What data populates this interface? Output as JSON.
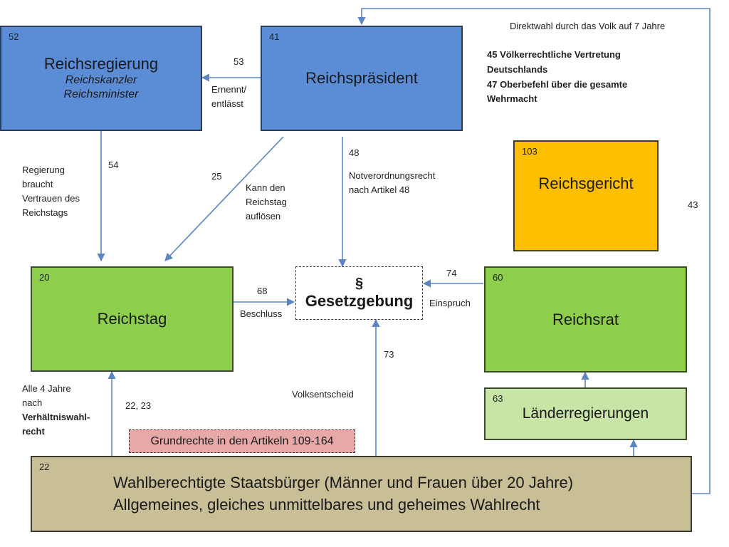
{
  "boxes": {
    "reichsregierung": {
      "num": "52",
      "title": "Reichsregierung",
      "sub1": "Reichskanzler",
      "sub2": "Reichsminister"
    },
    "reichspraesident": {
      "num": "41",
      "title": "Reichspräsident"
    },
    "reichsgericht": {
      "num": "103",
      "title": "Reichsgericht"
    },
    "reichstag": {
      "num": "20",
      "title": "Reichstag"
    },
    "gesetzgebung": {
      "symbol": "§",
      "title": "Gesetzgebung"
    },
    "reichsrat": {
      "num": "60",
      "title": "Reichsrat"
    },
    "laenderregierungen": {
      "num": "63",
      "title": "Länderregierungen"
    },
    "grundrechte": {
      "title": "Grundrechte in den Artikeln 109-164"
    },
    "wahlberechtigte": {
      "num": "22",
      "line1": "Wahlberechtigte Staatsbürger (Männer und Frauen über 20 Jahre)",
      "line2": "Allgemeines, gleiches unmittelbares und geheimes Wahlrecht"
    }
  },
  "labels": {
    "direktwahl": "Direktwahl durch das Volk auf 7 Jahre",
    "art45": "45 Völkerrechtliche Vertretung",
    "art45b": "Deutschlands",
    "art47": "47 Oberbefehl über die gesamte",
    "art47b": "Wehrmacht",
    "n53": "53",
    "ernennt1": "Ernennt/",
    "ernennt2": "entlässt",
    "n54": "54",
    "vertrauen1": "Regierung",
    "vertrauen2": "braucht",
    "vertrauen3": "Vertrauen des",
    "vertrauen4": "Reichstags",
    "n25": "25",
    "aufloesen1": "Kann den",
    "aufloesen2": "Reichstag",
    "aufloesen3": "auflösen",
    "n48": "48",
    "notverordnung1": "Notverordnungsrecht",
    "notverordnung2": "nach Artikel 48",
    "n43": "43",
    "n68": "68",
    "beschluss": "Beschluss",
    "n74": "74",
    "einspruch": "Einspruch",
    "n73": "73",
    "volksentscheid": "Volksentscheid",
    "wahl1": "Alle 4 Jahre",
    "wahl2": "nach",
    "wahl3": "Verhältniswahl-",
    "wahl4": "recht",
    "n2223": "22, 23"
  },
  "colors": {
    "blue": "#5b8dd6",
    "green": "#8dcf4c",
    "lightgreen": "#c8e4a6",
    "orange": "#fdbf00",
    "khaki": "#c9bf97",
    "pink": "#e7a8a8",
    "arrow": "#5b85c2"
  }
}
